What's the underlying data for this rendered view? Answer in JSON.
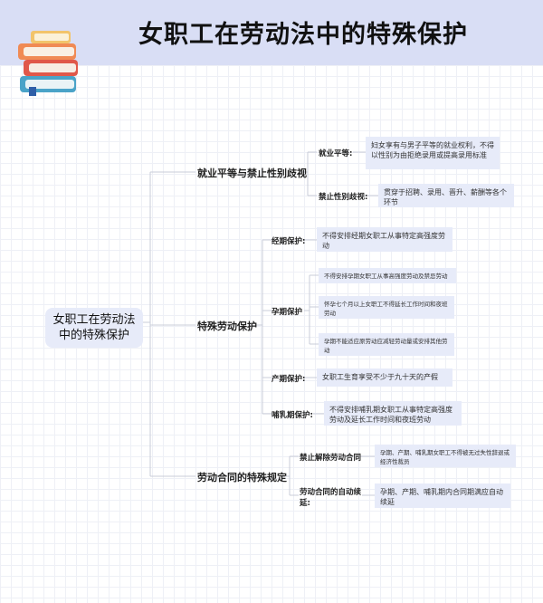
{
  "title": "女职工在劳动法中的特殊保护",
  "root": "女职工在劳动法中的特殊保护",
  "branches": {
    "b1": {
      "label": "就业平等与禁止性别歧视",
      "c1": {
        "label": "就业平等:",
        "text": "妇女享有与男子平等的就业权利，不得以性别为由拒绝录用或提高录用标准"
      },
      "c2": {
        "label": "禁止性别歧视:",
        "text": "贯穿于招聘、录用、晋升、薪酬等各个环节"
      }
    },
    "b2": {
      "label": "特殊劳动保护",
      "c1": {
        "label": "经期保护:",
        "text": "不得安排经期女职工从事特定高强度劳动"
      },
      "c2": {
        "label": "孕期保护",
        "t1": "不得安排孕期女职工从事高强度劳动及禁忌劳动",
        "t2": "怀孕七个月以上女职工不得延长工作时间和夜班劳动",
        "t3": "孕期不能适应原劳动应减轻劳动量或安排其他劳动"
      },
      "c3": {
        "label": "产期保护:",
        "text": "女职工生育享受不少于九十天的产假"
      },
      "c4": {
        "label": "哺乳期保护:",
        "text": "不得安排哺乳期女职工从事特定高强度劳动及延长工作时间和夜班劳动"
      }
    },
    "b3": {
      "label": "劳动合同的特殊规定",
      "c1": {
        "label": "禁止解除劳动合同",
        "text": "孕期、产期、哺乳期女职工不得被无过失性辞退或经济性裁员"
      },
      "c2": {
        "label": "劳动合同的自动续延:",
        "text": "孕期、产期、哺乳期内合同期满应自动续延"
      }
    }
  }
}
